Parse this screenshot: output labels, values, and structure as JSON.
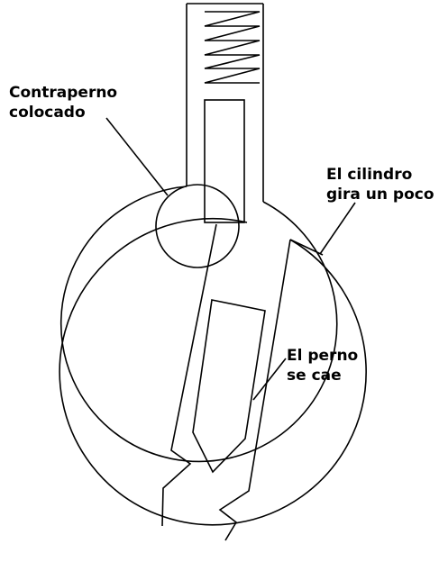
{
  "labels": {
    "counter_pin": [
      "Contraperno",
      "colocado"
    ],
    "cylinder": [
      "El cilindro",
      "gira un poco"
    ],
    "pin": [
      "El perno",
      "se cae"
    ]
  },
  "colors": {
    "stroke": "#000000",
    "background": "#ffffff"
  }
}
